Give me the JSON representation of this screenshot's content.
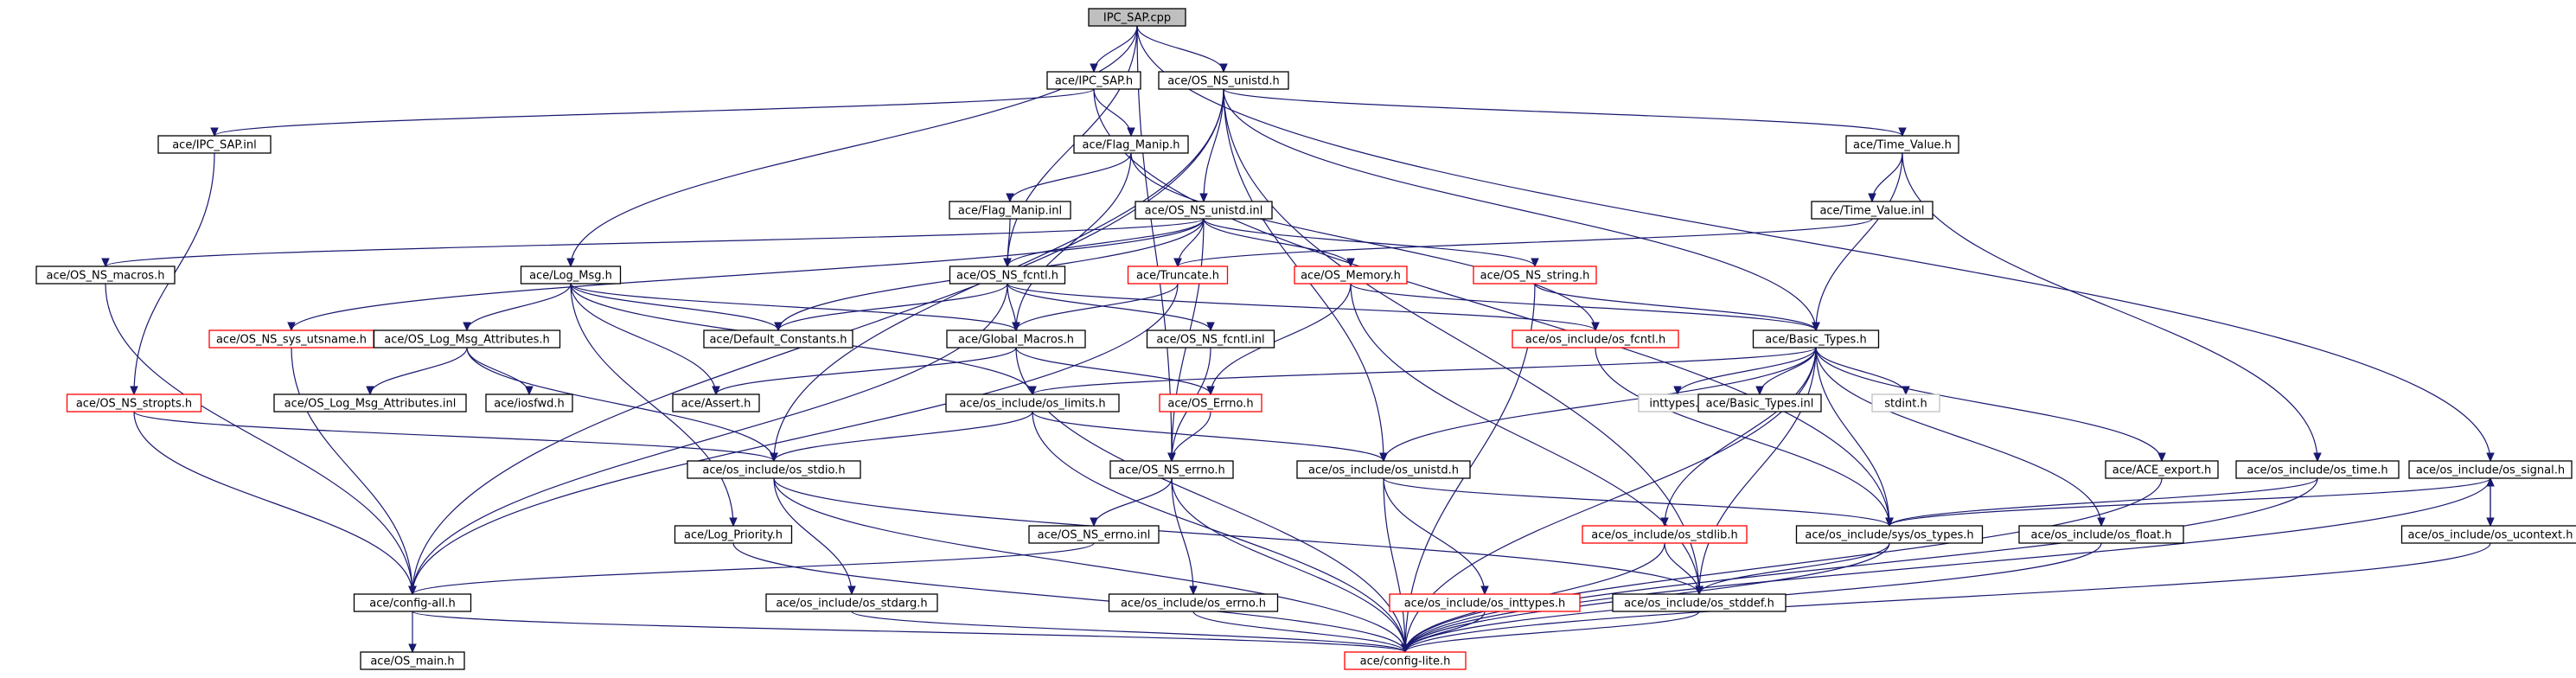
{
  "graph": {
    "colors": {
      "edge": "#191970",
      "normal_border": "#000000",
      "truncated_border": "#ff0000",
      "external_border": "#c0c0c0",
      "root_fill": "#bfbfbf",
      "node_fill": "#ffffff"
    },
    "nodes": [
      {
        "id": "root",
        "label": "IPC_SAP.cpp",
        "style": "root"
      },
      {
        "id": "ipc_sap_h",
        "label": "ace/IPC_SAP.h",
        "style": "normal"
      },
      {
        "id": "os_ns_unistd_h",
        "label": "ace/OS_NS_unistd.h",
        "style": "normal"
      },
      {
        "id": "ipc_sap_inl",
        "label": "ace/IPC_SAP.inl",
        "style": "normal"
      },
      {
        "id": "flag_manip_h",
        "label": "ace/Flag_Manip.h",
        "style": "normal"
      },
      {
        "id": "time_value_h",
        "label": "ace/Time_Value.h",
        "style": "normal"
      },
      {
        "id": "flag_manip_inl",
        "label": "ace/Flag_Manip.inl",
        "style": "normal"
      },
      {
        "id": "os_ns_unistd_inl",
        "label": "ace/OS_NS_unistd.inl",
        "style": "normal"
      },
      {
        "id": "time_value_inl",
        "label": "ace/Time_Value.inl",
        "style": "normal"
      },
      {
        "id": "os_ns_macros_h",
        "label": "ace/OS_NS_macros.h",
        "style": "normal"
      },
      {
        "id": "log_msg_h",
        "label": "ace/Log_Msg.h",
        "style": "normal"
      },
      {
        "id": "os_ns_fcntl_h",
        "label": "ace/OS_NS_fcntl.h",
        "style": "normal"
      },
      {
        "id": "truncate_h",
        "label": "ace/Truncate.h",
        "style": "truncated"
      },
      {
        "id": "os_memory_h",
        "label": "ace/OS_Memory.h",
        "style": "truncated"
      },
      {
        "id": "os_ns_string_h",
        "label": "ace/OS_NS_string.h",
        "style": "truncated"
      },
      {
        "id": "os_ns_sys_utsname_h",
        "label": "ace/OS_NS_sys_utsname.h",
        "style": "truncated"
      },
      {
        "id": "os_log_msg_attributes_h",
        "label": "ace/OS_Log_Msg_Attributes.h",
        "style": "normal"
      },
      {
        "id": "default_constants_h",
        "label": "ace/Default_Constants.h",
        "style": "normal"
      },
      {
        "id": "global_macros_h",
        "label": "ace/Global_Macros.h",
        "style": "normal"
      },
      {
        "id": "os_ns_fcntl_inl",
        "label": "ace/OS_NS_fcntl.inl",
        "style": "normal"
      },
      {
        "id": "os_include_os_fcntl_h",
        "label": "ace/os_include/os_fcntl.h",
        "style": "truncated"
      },
      {
        "id": "basic_types_h",
        "label": "ace/Basic_Types.h",
        "style": "normal"
      },
      {
        "id": "os_log_msg_attributes_inl",
        "label": "ace/OS_Log_Msg_Attributes.inl",
        "style": "normal"
      },
      {
        "id": "iosfwd_h",
        "label": "ace/iosfwd.h",
        "style": "normal"
      },
      {
        "id": "assert_h",
        "label": "ace/Assert.h",
        "style": "normal"
      },
      {
        "id": "os_errno_h",
        "label": "ace/OS_Errno.h",
        "style": "truncated"
      },
      {
        "id": "os_include_os_limits_h",
        "label": "ace/os_include/os_limits.h",
        "style": "normal"
      },
      {
        "id": "inttypes_h",
        "label": "inttypes.h",
        "style": "external"
      },
      {
        "id": "basic_types_inl",
        "label": "ace/Basic_Types.inl",
        "style": "normal"
      },
      {
        "id": "stdint_h",
        "label": "stdint.h",
        "style": "external"
      },
      {
        "id": "os_ns_stropts_h",
        "label": "ace/OS_NS_stropts.h",
        "style": "truncated"
      },
      {
        "id": "os_include_os_stdio_h",
        "label": "ace/os_include/os_stdio.h",
        "style": "normal"
      },
      {
        "id": "os_ns_errno_h",
        "label": "ace/OS_NS_errno.h",
        "style": "normal"
      },
      {
        "id": "os_include_os_unistd_h",
        "label": "ace/os_include/os_unistd.h",
        "style": "normal"
      },
      {
        "id": "ace_export_h",
        "label": "ace/ACE_export.h",
        "style": "normal"
      },
      {
        "id": "os_include_os_time_h",
        "label": "ace/os_include/os_time.h",
        "style": "normal"
      },
      {
        "id": "os_include_os_signal_h",
        "label": "ace/os_include/os_signal.h",
        "style": "normal"
      },
      {
        "id": "log_priority_h",
        "label": "ace/Log_Priority.h",
        "style": "normal"
      },
      {
        "id": "os_ns_errno_inl",
        "label": "ace/OS_NS_errno.inl",
        "style": "normal"
      },
      {
        "id": "os_include_os_stdlib_h",
        "label": "ace/os_include/os_stdlib.h",
        "style": "truncated"
      },
      {
        "id": "os_include_sys_os_types_h",
        "label": "ace/os_include/sys/os_types.h",
        "style": "normal"
      },
      {
        "id": "os_include_os_float_h",
        "label": "ace/os_include/os_float.h",
        "style": "normal"
      },
      {
        "id": "os_include_os_ucontext_h",
        "label": "ace/os_include/os_ucontext.h",
        "style": "normal"
      },
      {
        "id": "config_all_h",
        "label": "ace/config-all.h",
        "style": "normal"
      },
      {
        "id": "os_include_os_stdarg_h",
        "label": "ace/os_include/os_stdarg.h",
        "style": "normal"
      },
      {
        "id": "os_include_os_errno_h",
        "label": "ace/os_include/os_errno.h",
        "style": "normal"
      },
      {
        "id": "os_include_os_inttypes_h",
        "label": "ace/os_include/os_inttypes.h",
        "style": "truncated"
      },
      {
        "id": "os_include_os_stddef_h",
        "label": "ace/os_include/os_stddef.h",
        "style": "normal"
      },
      {
        "id": "os_main_h",
        "label": "ace/OS_main.h",
        "style": "normal"
      },
      {
        "id": "config_lite_h",
        "label": "ace/config-lite.h",
        "style": "truncated"
      }
    ],
    "edges": [
      [
        "root",
        "ipc_sap_h"
      ],
      [
        "root",
        "os_ns_unistd_h"
      ],
      [
        "root",
        "log_msg_h"
      ],
      [
        "root",
        "os_ns_fcntl_h"
      ],
      [
        "root",
        "os_ns_errno_h"
      ],
      [
        "root",
        "os_include_os_signal_h"
      ],
      [
        "ipc_sap_h",
        "ipc_sap_inl"
      ],
      [
        "ipc_sap_h",
        "flag_manip_h"
      ],
      [
        "ipc_sap_h",
        "os_include_sys_os_types_h"
      ],
      [
        "os_ns_unistd_h",
        "config_all_h"
      ],
      [
        "os_ns_unistd_h",
        "time_value_h"
      ],
      [
        "os_ns_unistd_h",
        "basic_types_h"
      ],
      [
        "os_ns_unistd_h",
        "os_ns_unistd_inl"
      ],
      [
        "os_ns_unistd_h",
        "os_include_os_unistd_h"
      ],
      [
        "os_ns_unistd_h",
        "os_include_os_stddef_h"
      ],
      [
        "os_ns_unistd_h",
        "os_include_os_stdio_h"
      ],
      [
        "ipc_sap_inl",
        "os_ns_stropts_h"
      ],
      [
        "flag_manip_h",
        "flag_manip_inl"
      ],
      [
        "flag_manip_h",
        "global_macros_h"
      ],
      [
        "flag_manip_h",
        "os_include_os_fcntl_h"
      ],
      [
        "time_value_h",
        "time_value_inl"
      ],
      [
        "time_value_h",
        "basic_types_h"
      ],
      [
        "time_value_h",
        "os_include_os_time_h"
      ],
      [
        "flag_manip_inl",
        "os_ns_fcntl_h"
      ],
      [
        "os_ns_unistd_inl",
        "os_ns_macros_h"
      ],
      [
        "os_ns_unistd_inl",
        "os_ns_fcntl_h"
      ],
      [
        "os_ns_unistd_inl",
        "default_constants_h"
      ],
      [
        "os_ns_unistd_inl",
        "os_ns_sys_utsname_h"
      ],
      [
        "os_ns_unistd_inl",
        "truncate_h"
      ],
      [
        "os_ns_unistd_inl",
        "os_memory_h"
      ],
      [
        "os_ns_unistd_inl",
        "os_ns_string_h"
      ],
      [
        "os_ns_unistd_inl",
        "os_ns_errno_h"
      ],
      [
        "time_value_inl",
        "truncate_h"
      ],
      [
        "os_ns_macros_h",
        "config_all_h"
      ],
      [
        "log_msg_h",
        "default_constants_h"
      ],
      [
        "log_msg_h",
        "global_macros_h"
      ],
      [
        "log_msg_h",
        "os_log_msg_attributes_h"
      ],
      [
        "log_msg_h",
        "assert_h"
      ],
      [
        "log_msg_h",
        "log_priority_h"
      ],
      [
        "log_msg_h",
        "os_include_os_limits_h"
      ],
      [
        "os_ns_fcntl_h",
        "default_constants_h"
      ],
      [
        "os_ns_fcntl_h",
        "global_macros_h"
      ],
      [
        "os_ns_fcntl_h",
        "os_ns_fcntl_inl"
      ],
      [
        "os_ns_fcntl_h",
        "os_include_os_fcntl_h"
      ],
      [
        "os_ns_fcntl_h",
        "config_all_h"
      ],
      [
        "truncate_h",
        "global_macros_h"
      ],
      [
        "truncate_h",
        "config_all_h"
      ],
      [
        "os_memory_h",
        "os_errno_h"
      ],
      [
        "os_memory_h",
        "basic_types_h"
      ],
      [
        "os_memory_h",
        "os_include_os_stddef_h"
      ],
      [
        "os_ns_string_h",
        "basic_types_h"
      ],
      [
        "os_ns_string_h",
        "config_lite_h"
      ],
      [
        "os_ns_sys_utsname_h",
        "config_all_h"
      ],
      [
        "os_log_msg_attributes_h",
        "os_log_msg_attributes_inl"
      ],
      [
        "os_log_msg_attributes_h",
        "iosfwd_h"
      ],
      [
        "os_log_msg_attributes_h",
        "os_include_os_stdio_h"
      ],
      [
        "global_macros_h",
        "assert_h"
      ],
      [
        "global_macros_h",
        "os_errno_h"
      ],
      [
        "global_macros_h",
        "config_lite_h"
      ],
      [
        "os_ns_fcntl_inl",
        "os_ns_errno_h"
      ],
      [
        "os_include_os_fcntl_h",
        "os_include_sys_os_types_h"
      ],
      [
        "basic_types_h",
        "inttypes_h"
      ],
      [
        "basic_types_h",
        "basic_types_inl"
      ],
      [
        "basic_types_h",
        "stdint_h"
      ],
      [
        "basic_types_h",
        "os_include_os_limits_h"
      ],
      [
        "basic_types_h",
        "os_include_os_unistd_h"
      ],
      [
        "basic_types_h",
        "ace_export_h"
      ],
      [
        "basic_types_h",
        "os_include_os_float_h"
      ],
      [
        "basic_types_h",
        "os_include_sys_os_types_h"
      ],
      [
        "basic_types_h",
        "os_include_os_stdlib_h"
      ],
      [
        "basic_types_h",
        "os_include_os_stddef_h"
      ],
      [
        "basic_types_h",
        "config_lite_h"
      ],
      [
        "os_errno_h",
        "os_ns_errno_h"
      ],
      [
        "os_include_os_limits_h",
        "os_include_os_stdio_h"
      ],
      [
        "os_include_os_limits_h",
        "os_include_os_unistd_h"
      ],
      [
        "os_include_os_limits_h",
        "config_lite_h"
      ],
      [
        "os_ns_stropts_h",
        "os_include_os_stdio_h"
      ],
      [
        "os_ns_stropts_h",
        "config_all_h"
      ],
      [
        "os_include_os_stdio_h",
        "os_include_os_stdarg_h"
      ],
      [
        "os_include_os_stdio_h",
        "os_include_os_stddef_h"
      ],
      [
        "os_include_os_stdio_h",
        "config_lite_h"
      ],
      [
        "os_ns_errno_h",
        "os_ns_errno_inl"
      ],
      [
        "os_ns_errno_h",
        "os_include_os_errno_h"
      ],
      [
        "os_ns_errno_h",
        "config_lite_h"
      ],
      [
        "os_include_os_unistd_h",
        "os_include_sys_os_types_h"
      ],
      [
        "os_include_os_unistd_h",
        "os_include_os_inttypes_h"
      ],
      [
        "os_include_os_unistd_h",
        "config_lite_h"
      ],
      [
        "ace_export_h",
        "config_lite_h"
      ],
      [
        "os_include_os_time_h",
        "os_include_sys_os_types_h"
      ],
      [
        "os_include_os_time_h",
        "config_lite_h"
      ],
      [
        "os_include_os_signal_h",
        "os_include_sys_os_types_h"
      ],
      [
        "os_include_os_signal_h",
        "os_include_os_ucontext_h"
      ],
      [
        "os_include_os_signal_h",
        "config_lite_h"
      ],
      [
        "log_priority_h",
        "config_lite_h"
      ],
      [
        "os_ns_errno_inl",
        "config_all_h"
      ],
      [
        "os_include_os_stdlib_h",
        "os_include_os_stddef_h"
      ],
      [
        "os_include_os_stdlib_h",
        "config_lite_h"
      ],
      [
        "os_include_sys_os_types_h",
        "os_include_os_stddef_h"
      ],
      [
        "os_include_sys_os_types_h",
        "config_lite_h"
      ],
      [
        "os_include_os_float_h",
        "config_lite_h"
      ],
      [
        "os_include_os_ucontext_h",
        "os_include_os_signal_h"
      ],
      [
        "os_include_os_ucontext_h",
        "config_lite_h"
      ],
      [
        "config_all_h",
        "os_main_h"
      ],
      [
        "config_all_h",
        "config_lite_h"
      ],
      [
        "os_include_os_stdarg_h",
        "config_lite_h"
      ],
      [
        "os_include_os_errno_h",
        "config_lite_h"
      ],
      [
        "os_include_os_inttypes_h",
        "config_lite_h"
      ],
      [
        "os_include_os_stddef_h",
        "config_lite_h"
      ]
    ]
  }
}
